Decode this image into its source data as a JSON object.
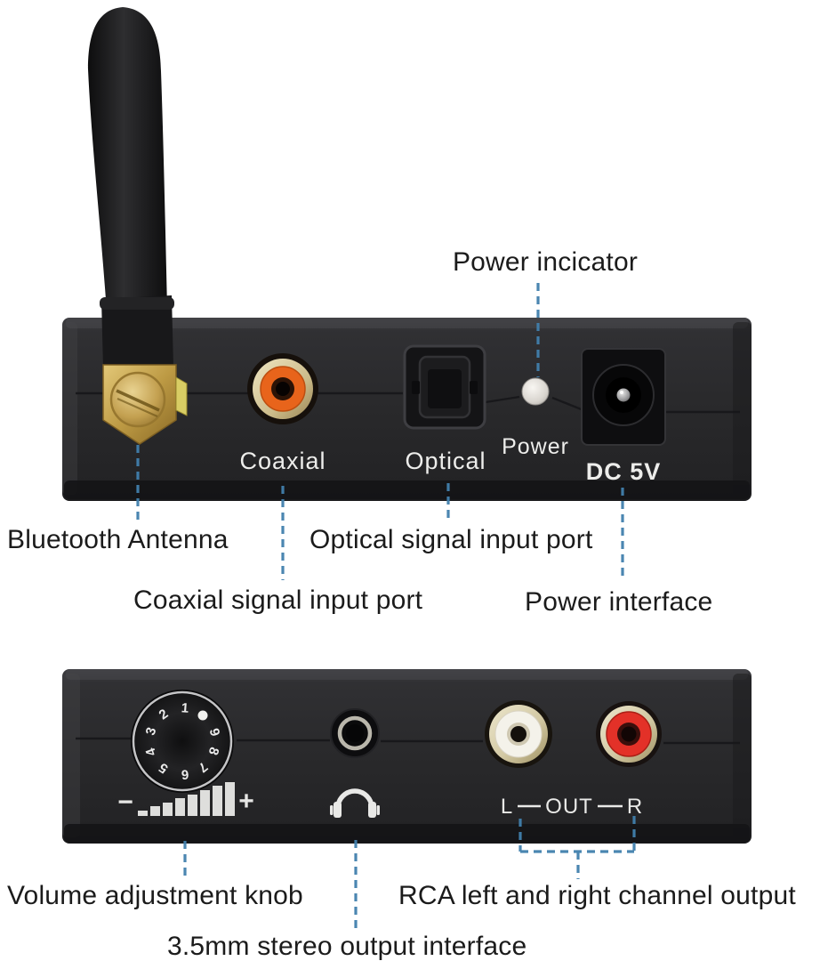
{
  "colors": {
    "leader_line": "#4180ad",
    "device_body": "#2b2b2d",
    "coaxial_orange": "#e8641b",
    "rca_red": "#e33128",
    "rca_white": "#f4f2ea",
    "brass": "#c9a84c",
    "led": "#e6e2dc",
    "panel_text": "#ededeb",
    "callout_text": "#1b1b1b"
  },
  "top_unit": {
    "callouts": {
      "power_indicator": "Power incicator",
      "bluetooth_antenna": "Bluetooth Antenna",
      "optical_port": "Optical signal input port",
      "coaxial_port": "Coaxial signal input port",
      "power_interface": "Power interface"
    },
    "panel": {
      "coaxial": "Coaxial",
      "optical": "Optical",
      "power": "Power",
      "dc": "DC 5V"
    }
  },
  "bottom_unit": {
    "callouts": {
      "volume_knob": "Volume adjustment knob",
      "rca_output": "RCA left and right channel output",
      "stereo_output": "3.5mm stereo output interface"
    },
    "panel": {
      "minus": "−",
      "plus": "+",
      "out_left": "L",
      "out": "OUT",
      "out_right": "R"
    },
    "knob": {
      "numbers": [
        {
          "label": "1",
          "angle": 4
        },
        {
          "label": "2",
          "angle": -35
        },
        {
          "label": "3",
          "angle": -73
        },
        {
          "label": "4",
          "angle": -109
        },
        {
          "label": "5",
          "angle": -145
        },
        {
          "label": "6",
          "angle": 176
        },
        {
          "label": "7",
          "angle": 141
        },
        {
          "label": "8",
          "angle": 108
        },
        {
          "label": "9",
          "angle": 74
        }
      ],
      "dot_angle": 40,
      "radius": 37
    }
  }
}
